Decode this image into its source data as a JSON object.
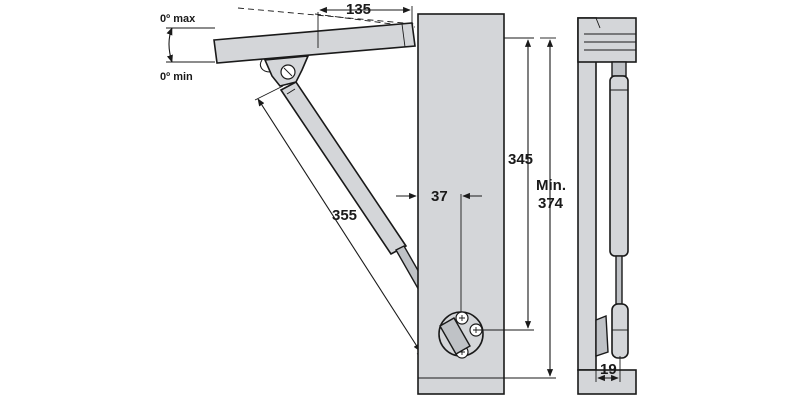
{
  "labels": {
    "angle_max": "0º max",
    "angle_min": "0º min",
    "dim_top": "135",
    "dim_stay_length": "355",
    "dim_offset": "37",
    "dim_height": "345",
    "dim_min_line1": "Min.",
    "dim_min_line2": "374",
    "dim_side": "19"
  },
  "colors": {
    "part_fill": "#d4d6d9",
    "line": "#1a1a1a"
  }
}
